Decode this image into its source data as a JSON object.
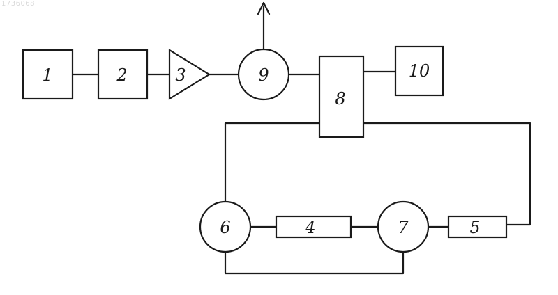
{
  "document_id": "1736068",
  "blocks": {
    "b1": "1",
    "b2": "2",
    "b3": "3",
    "b4": "4",
    "b5": "5",
    "b6": "6",
    "b7": "7",
    "b8": "8",
    "b9": "9",
    "b10": "10"
  },
  "colors": {
    "ink": "#1a1a1a",
    "paper": "#ffffff"
  }
}
